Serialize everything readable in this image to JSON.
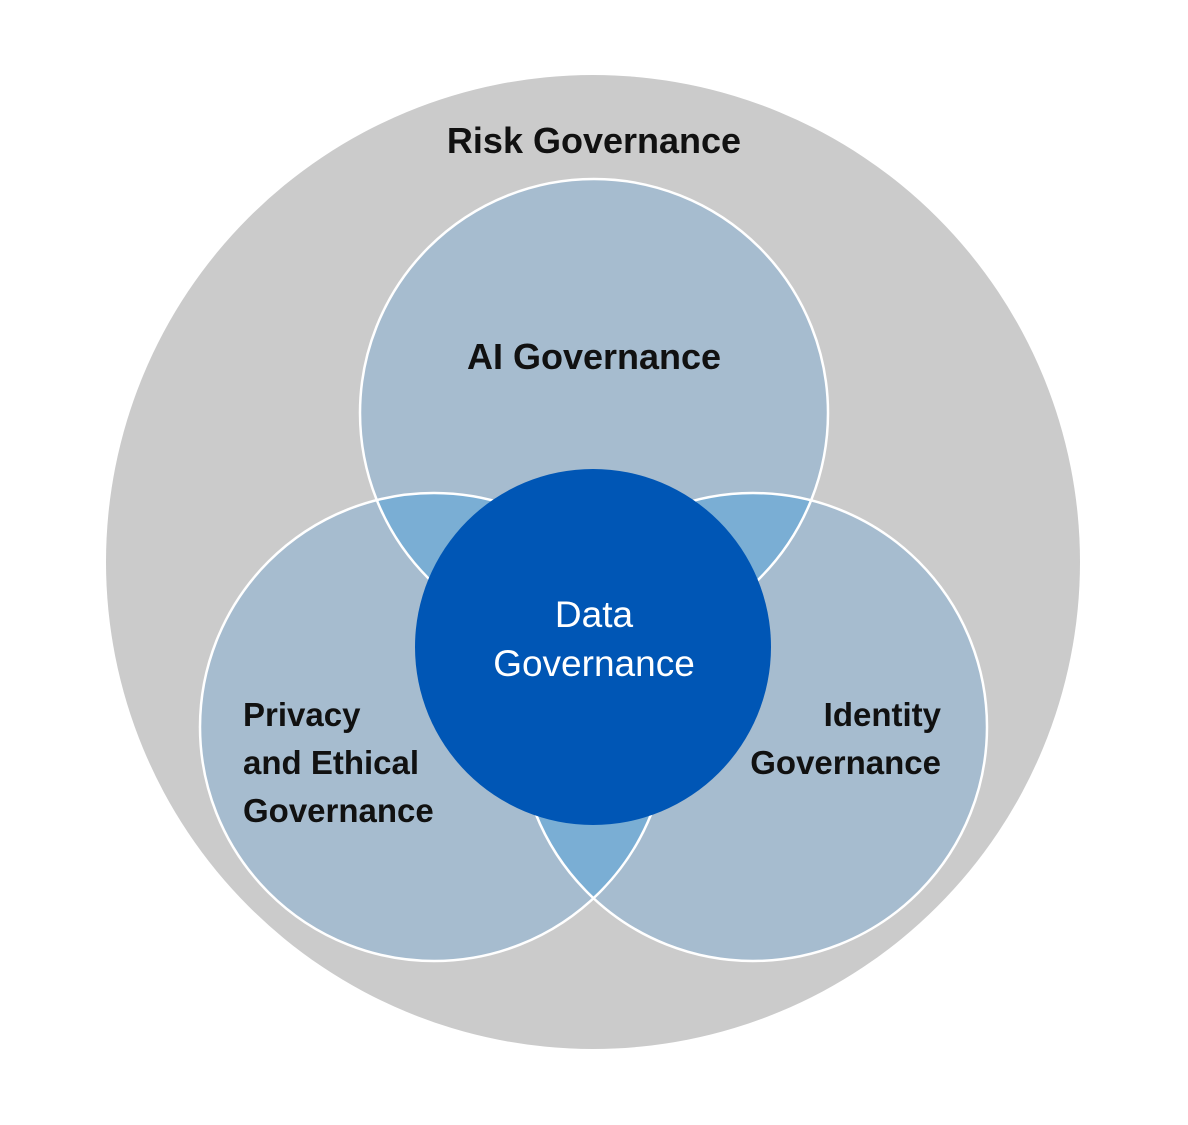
{
  "diagram": {
    "type": "nested-venn",
    "colors": {
      "background": "#ffffff",
      "outer_circle": "#cbcbcb",
      "governance_circles": "#a6bccf",
      "overlap_regions": "#7aaed4",
      "center_circle": "#0056b5",
      "outline": "#ffffff",
      "dark_text": "#111111",
      "light_text": "#ffffff"
    },
    "outer": {
      "label": "Risk Governance"
    },
    "top": {
      "label": "AI Governance"
    },
    "left": {
      "line1": "Privacy",
      "line2": "and Ethical",
      "line3": "Governance"
    },
    "right": {
      "line1": "Identity",
      "line2": "Governance"
    },
    "center": {
      "line1": "Data",
      "line2": "Governance"
    }
  }
}
